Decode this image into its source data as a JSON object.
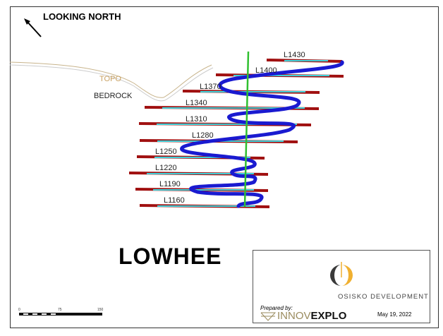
{
  "title": "LOOKING NORTH",
  "project": "LOWHEE",
  "topo_label": "TOPO",
  "bedrock_label": "BEDROCK",
  "levels": [
    {
      "name": "L1430"
    },
    {
      "name": "L1400"
    },
    {
      "name": "L1370"
    },
    {
      "name": "L1340"
    },
    {
      "name": "L1310"
    },
    {
      "name": "L1280"
    },
    {
      "name": "L1250"
    },
    {
      "name": "L1220"
    },
    {
      "name": "L1190"
    },
    {
      "name": "L1160"
    }
  ],
  "legend": {
    "company": "OSISKO DEVELOPMENT",
    "prepared_by": "Prepared by:",
    "firm_light": "INNOV",
    "firm_bold": "EXPLO",
    "date": "May 19, 2022"
  },
  "scale": {
    "ticks": [
      "0",
      "75",
      "150"
    ]
  },
  "colors": {
    "ramp": "#1a1ad0",
    "drift": "#40d0d8",
    "workings": "#a01010",
    "shaft": "#30c030",
    "topo": "#c8b48c"
  }
}
